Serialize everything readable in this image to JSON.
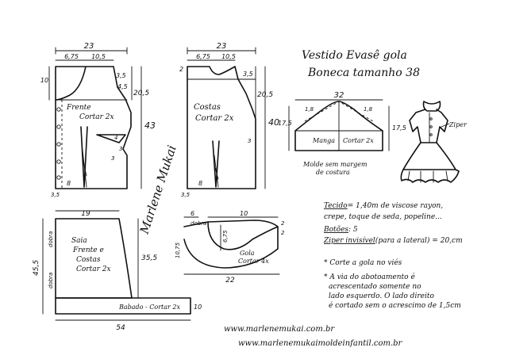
{
  "title": {
    "line1": "Vestido Evasê gola",
    "line2": "Boneca tamanho 38"
  },
  "colors": {
    "ink": "#111111",
    "paper": "#ffffff"
  },
  "front": {
    "label1": "Frente",
    "label2": "Cortar 2x",
    "w_total": "23",
    "w_neck": "6,75",
    "w_shoulder": "10,5",
    "m_35": "3,5",
    "m_45": "4,5",
    "m_205": "20,5",
    "m_43": "43",
    "m_10": "10",
    "m_4": "4",
    "m_3a": "3",
    "m_3b": "3",
    "m_8": "8",
    "m_35b": "3,5"
  },
  "back": {
    "label1": "Costas",
    "label2": "Cortar 2x",
    "w_total": "23",
    "w_neck": "6,75",
    "w_shoulder": "10,5",
    "m_2": "2",
    "m_35": "3,5",
    "m_205": "20,5",
    "m_40": "40",
    "m_3": "3",
    "m_8": "8",
    "m_35b": "3,5"
  },
  "sleeve": {
    "w_total": "32",
    "m_18a": "1,8",
    "m_18b": "1,8",
    "h_left": "17,5",
    "h_right": "17,5",
    "label_a": "Manga",
    "label_b": "Cortar 2x",
    "note1": "Molde sem margem",
    "note2": "de costura"
  },
  "skirt": {
    "w_top": "19",
    "side1": "dobra",
    "side2": "dobra",
    "label1": "Saia",
    "label2": "Frente e",
    "label3": "Costas",
    "label4": "Cortar 2x",
    "h_left": "45,5",
    "h_mid": "35,5",
    "ruffle_label": "Babado - Cortar 2x",
    "ruffle_h": "10",
    "ruffle_w": "54"
  },
  "collar": {
    "w_left": "6",
    "w_right": "10",
    "fold": "dobra",
    "m_2a": "2",
    "m_2b": "2",
    "m_675": "6,75",
    "m_1075": "10,75",
    "label1": "Gola",
    "label2": "Cortar 4x",
    "w_bottom": "22"
  },
  "zipper_label": "Ziper",
  "signature": "Marlene Mukai",
  "notes": {
    "tecido_label": "Tecido",
    "tecido_text": "= 1,40m de viscose rayon,",
    "tecido_text2": "crepe, toque de seda, popeline...",
    "botoes_label": "Botões",
    "botoes_text": ": 5",
    "ziper_label": "Ziper invisível",
    "ziper_text": "(para a lateral) = 20,cm",
    "n1": "* Corte a gola no viés",
    "n2": "* A via do abotoamento é",
    "n3": "acrescentado somente no",
    "n4": "lado esquerdo. O lado direito",
    "n5": "é cortado sem o acrescimo de 1,5cm"
  },
  "urls": {
    "u1": "www.marlenemukai.com.br",
    "u2": "www.marlenemukaimoldeinfantil.com.br"
  }
}
